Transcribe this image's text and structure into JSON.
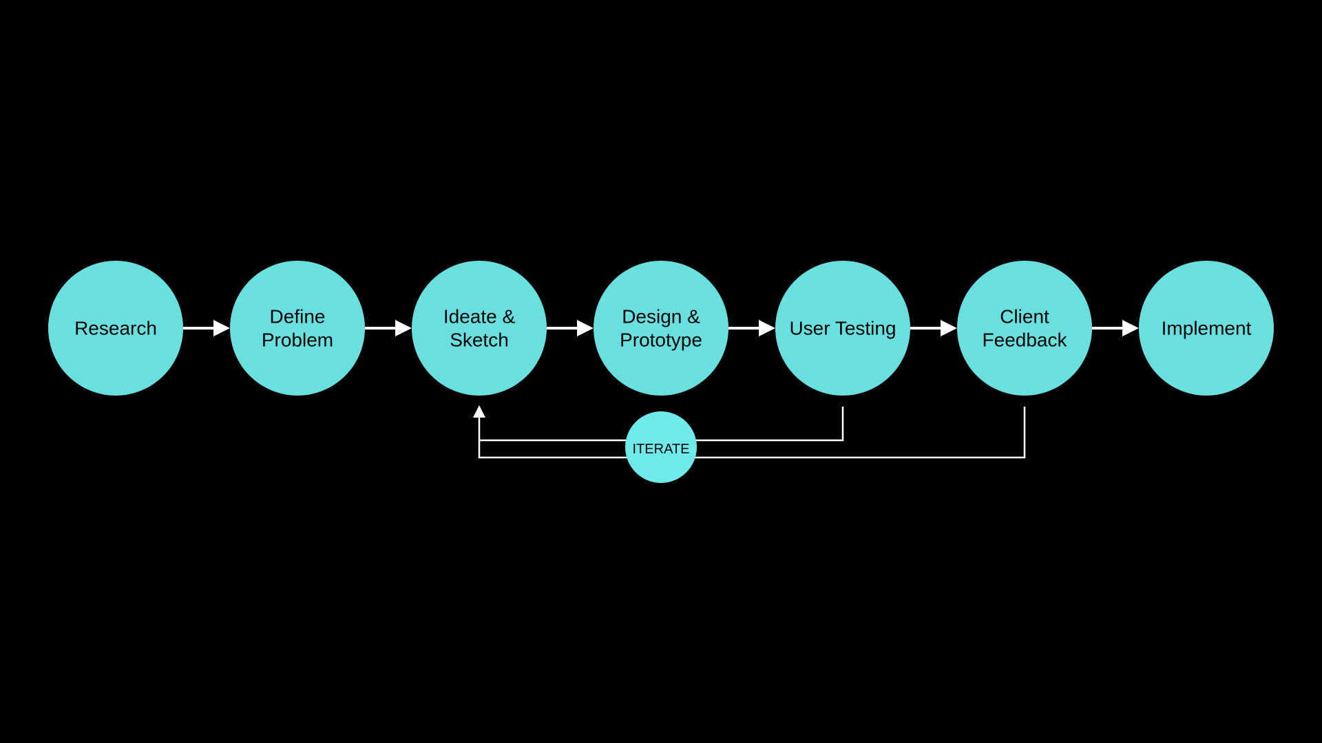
{
  "colors": {
    "background": "#000000",
    "node_fill": "#6ADFDF",
    "iterate_fill": "#6EEAEA",
    "connector": "#FFFFFF",
    "text": "#000000"
  },
  "steps": [
    {
      "label_lines": [
        "Research"
      ]
    },
    {
      "label_lines": [
        "Define",
        "Problem"
      ]
    },
    {
      "label_lines": [
        "Ideate &",
        "Sketch"
      ]
    },
    {
      "label_lines": [
        "Design &",
        "Prototype"
      ]
    },
    {
      "label_lines": [
        "User Testing"
      ]
    },
    {
      "label_lines": [
        "Client",
        "Feedback"
      ]
    },
    {
      "label_lines": [
        "Implement"
      ]
    }
  ],
  "iterate": {
    "label": "ITERATE"
  }
}
